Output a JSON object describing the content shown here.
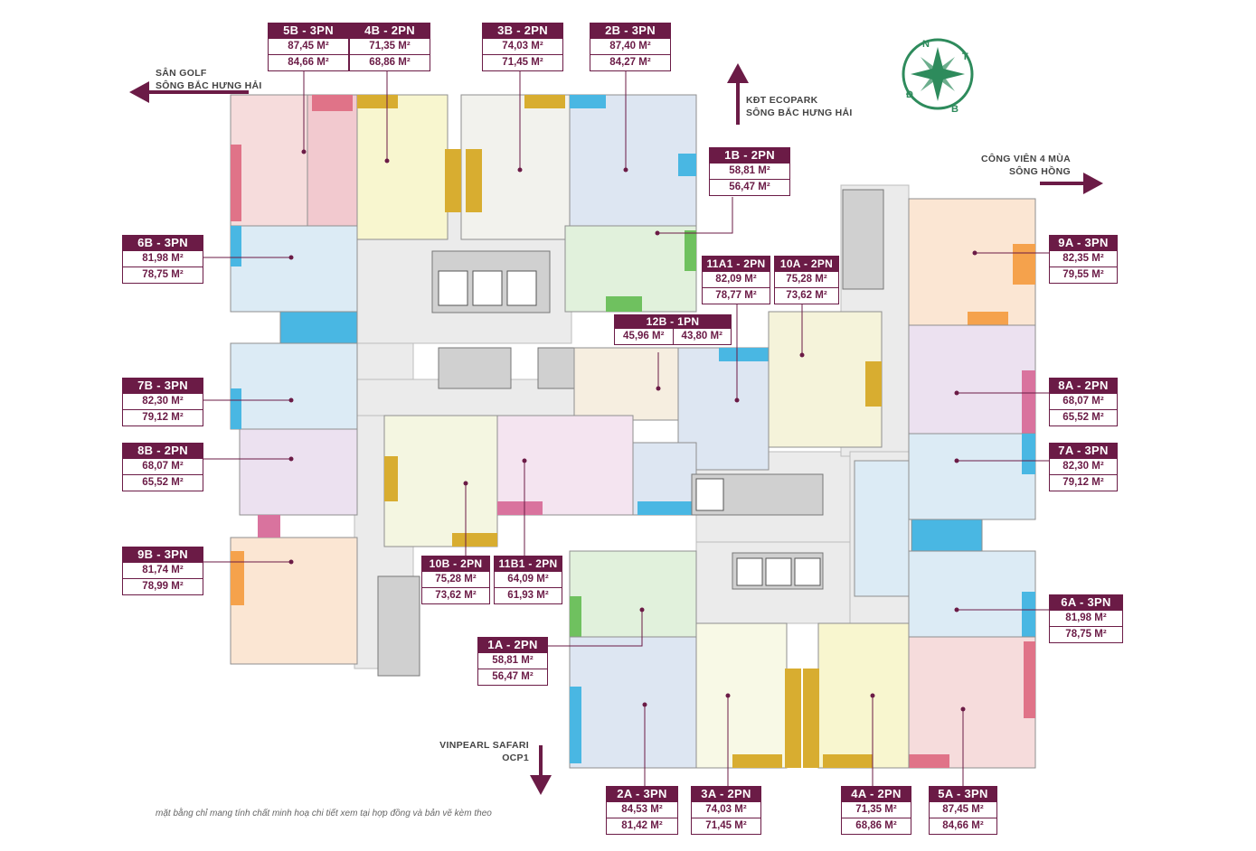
{
  "units": [
    {
      "id": "5b",
      "name": "5B - 3PN",
      "a1": "87,45 M²",
      "a2": "84,66 M²"
    },
    {
      "id": "4b",
      "name": "4B - 2PN",
      "a1": "71,35 M²",
      "a2": "68,86 M²"
    },
    {
      "id": "3b",
      "name": "3B - 2PN",
      "a1": "74,03 M²",
      "a2": "71,45 M²"
    },
    {
      "id": "2b",
      "name": "2B - 3PN",
      "a1": "87,40 M²",
      "a2": "84,27 M²"
    },
    {
      "id": "1b",
      "name": "1B - 2PN",
      "a1": "58,81 M²",
      "a2": "56,47 M²"
    },
    {
      "id": "6b",
      "name": "6B - 3PN",
      "a1": "81,98 M²",
      "a2": "78,75 M²"
    },
    {
      "id": "7b",
      "name": "7B - 3PN",
      "a1": "82,30 M²",
      "a2": "79,12 M²"
    },
    {
      "id": "8b",
      "name": "8B - 2PN",
      "a1": "68,07 M²",
      "a2": "65,52 M²"
    },
    {
      "id": "9b",
      "name": "9B - 3PN",
      "a1": "81,74 M²",
      "a2": "78,99 M²"
    },
    {
      "id": "11a1",
      "name": "11A1 - 2PN",
      "a1": "82,09 M²",
      "a2": "78,77 M²"
    },
    {
      "id": "10a",
      "name": "10A - 2PN",
      "a1": "75,28 M²",
      "a2": "73,62 M²"
    },
    {
      "id": "12b",
      "name": "12B - 1PN",
      "a1": "45,96 M²",
      "a2": "43,80 M²"
    },
    {
      "id": "10b",
      "name": "10B - 2PN",
      "a1": "75,28 M²",
      "a2": "73,62 M²"
    },
    {
      "id": "11b1",
      "name": "11B1 - 2PN",
      "a1": "64,09 M²",
      "a2": "61,93 M²"
    },
    {
      "id": "1a",
      "name": "1A - 2PN",
      "a1": "58,81 M²",
      "a2": "56,47 M²"
    },
    {
      "id": "9a",
      "name": "9A - 3PN",
      "a1": "82,35 M²",
      "a2": "79,55 M²"
    },
    {
      "id": "8a",
      "name": "8A - 2PN",
      "a1": "68,07 M²",
      "a2": "65,52 M²"
    },
    {
      "id": "7a",
      "name": "7A - 3PN",
      "a1": "82,30 M²",
      "a2": "79,12 M²"
    },
    {
      "id": "6a",
      "name": "6A - 3PN",
      "a1": "81,98 M²",
      "a2": "78,75 M²"
    },
    {
      "id": "2a",
      "name": "2A - 3PN",
      "a1": "84,53 M²",
      "a2": "81,42 M²"
    },
    {
      "id": "3a",
      "name": "3A - 2PN",
      "a1": "74,03 M²",
      "a2": "71,45 M²"
    },
    {
      "id": "4a",
      "name": "4A - 2PN",
      "a1": "71,35 M²",
      "a2": "68,86 M²"
    },
    {
      "id": "5a",
      "name": "5A - 3PN",
      "a1": "87,45 M²",
      "a2": "84,66 M²"
    }
  ],
  "directions": {
    "west_line1": "SÂN GOLF",
    "west_line2": "SÔNG BẮC HƯNG HẢI",
    "north_line1": "KĐT ECOPARK",
    "north_line2": "SÔNG BẮC HƯNG HẢI",
    "east_line1": "CÔNG VIÊN 4 MÙA",
    "east_line2": "SÔNG HỒNG",
    "south_line1": "VINPEARL SAFARI",
    "south_line2": "OCP1"
  },
  "compass": {
    "n": "N",
    "t": "T",
    "b": "B",
    "d": "Đ"
  },
  "note": "mặt bằng chỉ mang tính chất minh hoạ chi tiết xem tại hợp đồng và bản vẽ kèm theo",
  "colors": {
    "brand": "#6b1b46",
    "compass": "#2e8b5c"
  }
}
